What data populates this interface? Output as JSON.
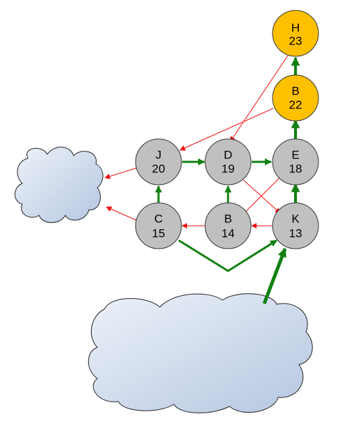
{
  "nodes": [
    {
      "id": "H23",
      "letter": "H",
      "number": "23",
      "color": "#FFC000"
    },
    {
      "id": "B22",
      "letter": "B",
      "number": "22",
      "color": "#FFC000"
    },
    {
      "id": "J20",
      "letter": "J",
      "number": "20",
      "color": "#C0C0C0"
    },
    {
      "id": "D19",
      "letter": "D",
      "number": "19",
      "color": "#C0C0C0"
    },
    {
      "id": "E18",
      "letter": "E",
      "number": "18",
      "color": "#C0C0C0"
    },
    {
      "id": "C15",
      "letter": "C",
      "number": "15",
      "color": "#C0C0C0"
    },
    {
      "id": "B14",
      "letter": "B",
      "number": "14",
      "color": "#C0C0C0"
    },
    {
      "id": "K13",
      "letter": "K",
      "number": "13",
      "color": "#C0C0C0"
    }
  ],
  "edge_colors": {
    "green": "#108010",
    "red": "#F01010"
  }
}
